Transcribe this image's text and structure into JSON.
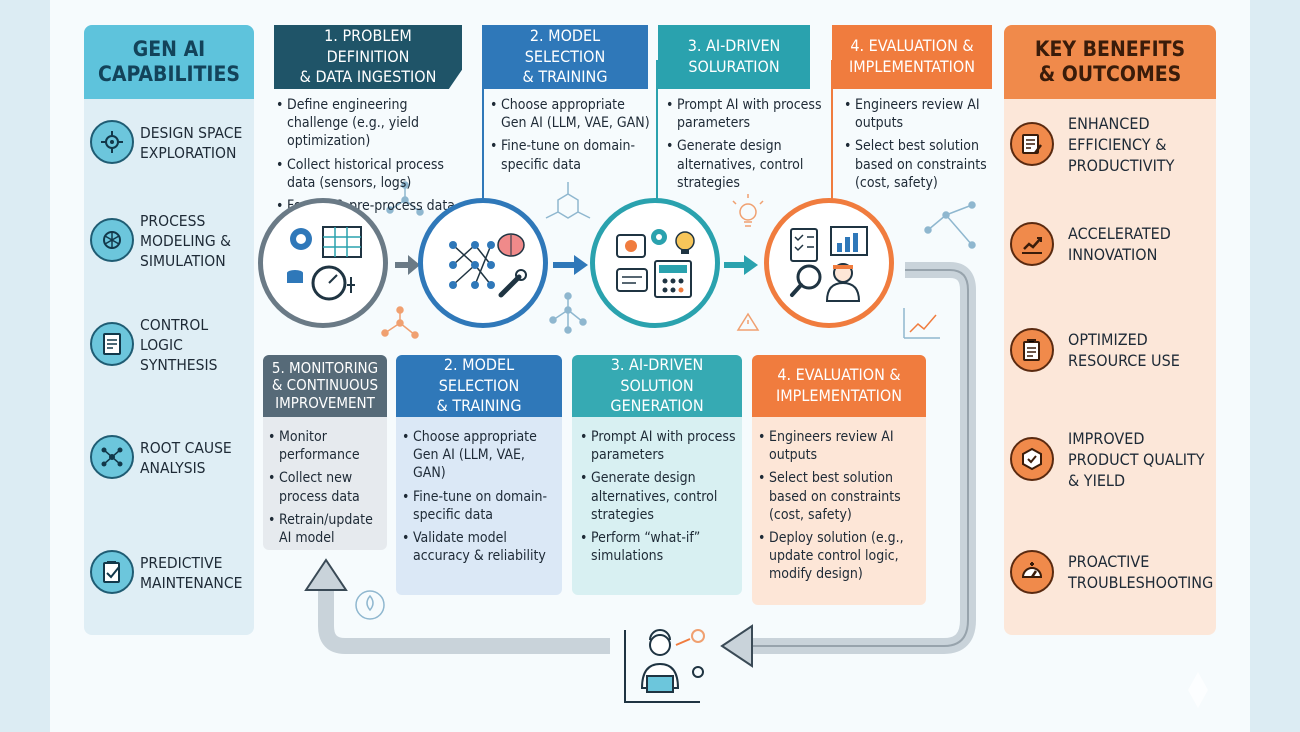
{
  "left": {
    "title": "GEN AI\nCAPABILITIES",
    "items": [
      {
        "label": "DESIGN SPACE\nEXPLORATION",
        "icon": "design-space-icon"
      },
      {
        "label": "PROCESS\nMODELING &\nSIMULATION",
        "icon": "process-model-icon"
      },
      {
        "label": "CONTROL LOGIC\nSYNTHESIS",
        "icon": "control-logic-icon"
      },
      {
        "label": "ROOT CAUSE\nANALYSIS",
        "icon": "root-cause-icon"
      },
      {
        "label": "PREDICTIVE\nMAINTENANCE",
        "icon": "predictive-maintenance-icon"
      }
    ]
  },
  "right": {
    "title": "KEY BENEFITS\n& OUTCOMES",
    "items": [
      {
        "label": "ENHANCED\nEFFICIENCY &\nPRODUCTIVITY",
        "icon": "efficiency-icon"
      },
      {
        "label": "ACCELERATED\nINNOVATION",
        "icon": "innovation-icon"
      },
      {
        "label": "OPTIMIZED\nRESOURCE USE",
        "icon": "resource-icon"
      },
      {
        "label": "IMPROVED\nPRODUCT QUALITY\n& YIELD",
        "icon": "quality-icon"
      },
      {
        "label": "PROACTIVE\nTROUBLESHOOTING",
        "icon": "troubleshooting-icon"
      }
    ]
  },
  "top": {
    "stage1": {
      "title": "1. PROBLEM DEFINITION\n& DATA INGESTION",
      "bullets": [
        "Define engineering challenge (e.g., yield optimization)",
        "Collect historical process data (sensors, logs)",
        "Format & pre-process data"
      ]
    },
    "stage2": {
      "title": "2. MODEL SELECTION\n& TRAINING",
      "bullets": [
        "Choose appropriate Gen AI (LLM, VAE, GAN)",
        "Fine-tune on domain-specific data"
      ]
    },
    "stage3": {
      "title": "3. AI-DRIVEN\nSOLURATION",
      "bullets": [
        "Prompt AI with process parameters",
        "Generate design alternatives, control strategies"
      ]
    },
    "stage4": {
      "title": "4. EVALUATION &\nIMPLEMENTATION",
      "bullets": [
        "Engineers review AI outputs",
        "Select best solution based on constraints (cost, safety)"
      ]
    }
  },
  "bottom": {
    "stage5": {
      "title": "5. MONITORING\n& CONTINUOUS\nIMPROVEMENT",
      "bullets": [
        "Monitor performance",
        "Collect new process data",
        "Retrain/update AI model"
      ]
    },
    "stage2": {
      "title": "2. MODEL SELECTION\n& TRAINING",
      "bullets": [
        "Choose appropriate Gen AI (LLM, VAE, GAN)",
        "Fine-tune on domain-specific data",
        "Validate model accuracy & reliability"
      ]
    },
    "stage3": {
      "title": "3. AI-DRIVEN SOLUTION\nGENERATION",
      "bullets": [
        "Prompt AI with process parameters",
        "Generate design alternatives, control strategies",
        "Perform “what-if” simulations"
      ]
    },
    "stage4": {
      "title": "4. EVALUATION &\nIMPLEMENTATION",
      "bullets": [
        "Engineers review AI outputs",
        "Select best solution based on constraints (cost, safety)",
        "Deploy solution (e.g., update control logic, modify design)"
      ]
    }
  },
  "colors": {
    "navy": "#1f5468",
    "blue": "#2f78b9",
    "teal": "#2aa2ae",
    "orange": "#f07c3e",
    "gray": "#566a78",
    "loop_arrow": "#c9d3da"
  }
}
